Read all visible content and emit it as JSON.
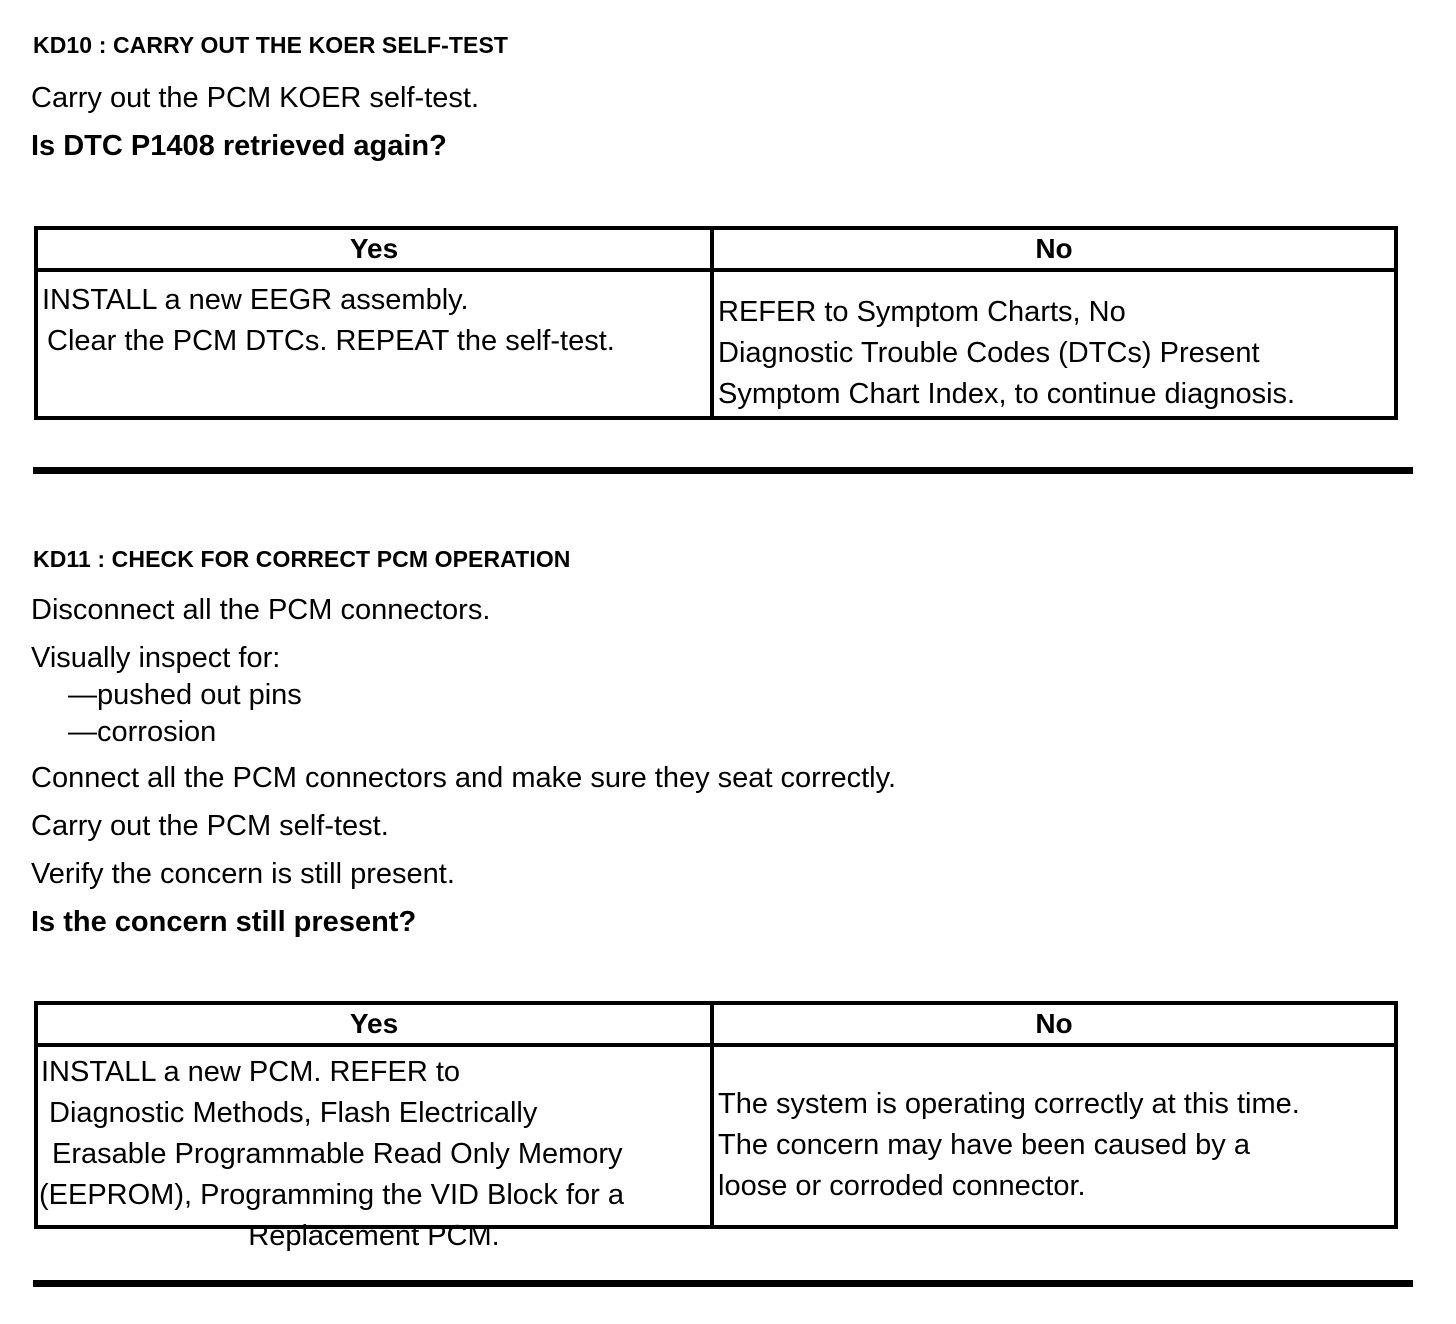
{
  "document": {
    "type": "diagnostic-procedure-chart"
  },
  "sections": [
    {
      "id": "kd10",
      "title": "KD10 : CARRY OUT THE KOER SELF-TEST",
      "steps": [
        {
          "text": "Carry out the PCM KOER self-test.",
          "bold": false
        },
        {
          "text": "Is DTC P1408 retrieved again?",
          "bold": true
        }
      ],
      "table": {
        "headers": {
          "yes": "Yes",
          "no": "No"
        },
        "yes_lines": [
          "INSTALL a new EEGR assembly.",
          "Clear the PCM DTCs. REPEAT the self-test."
        ],
        "no_lines": [
          "REFER to Symptom Charts, No",
          "Diagnostic Trouble Codes (DTCs) Present",
          "Symptom Chart Index, to continue diagnosis."
        ]
      }
    },
    {
      "id": "kd11",
      "title": "KD11 : CHECK FOR CORRECT PCM OPERATION",
      "steps": [
        {
          "text": "Disconnect all the PCM connectors.",
          "bold": false
        },
        {
          "text": "Visually inspect for:",
          "bold": false
        },
        {
          "text": "—pushed out pins",
          "bold": false,
          "sub": true
        },
        {
          "text": "—corrosion",
          "bold": false,
          "sub": true
        },
        {
          "text": "Connect all the PCM connectors and make sure they seat correctly.",
          "bold": false
        },
        {
          "text": "Carry out the PCM self-test.",
          "bold": false
        },
        {
          "text": "Verify the concern is still present.",
          "bold": false
        },
        {
          "text": "Is the concern still present?",
          "bold": true
        }
      ],
      "table": {
        "headers": {
          "yes": "Yes",
          "no": "No"
        },
        "yes_lines": [
          "INSTALL a new PCM.  REFER to",
          "Diagnostic Methods, Flash Electrically",
          "Erasable Programmable Read Only Memory",
          "(EEPROM), Programming the VID Block for a",
          "Replacement PCM."
        ],
        "no_lines": [
          "The system is operating correctly at this time.",
          "The concern may have been caused by a",
          "loose or corroded connector."
        ]
      }
    }
  ],
  "colors": {
    "ink": "#000000",
    "paper": "#ffffff"
  }
}
